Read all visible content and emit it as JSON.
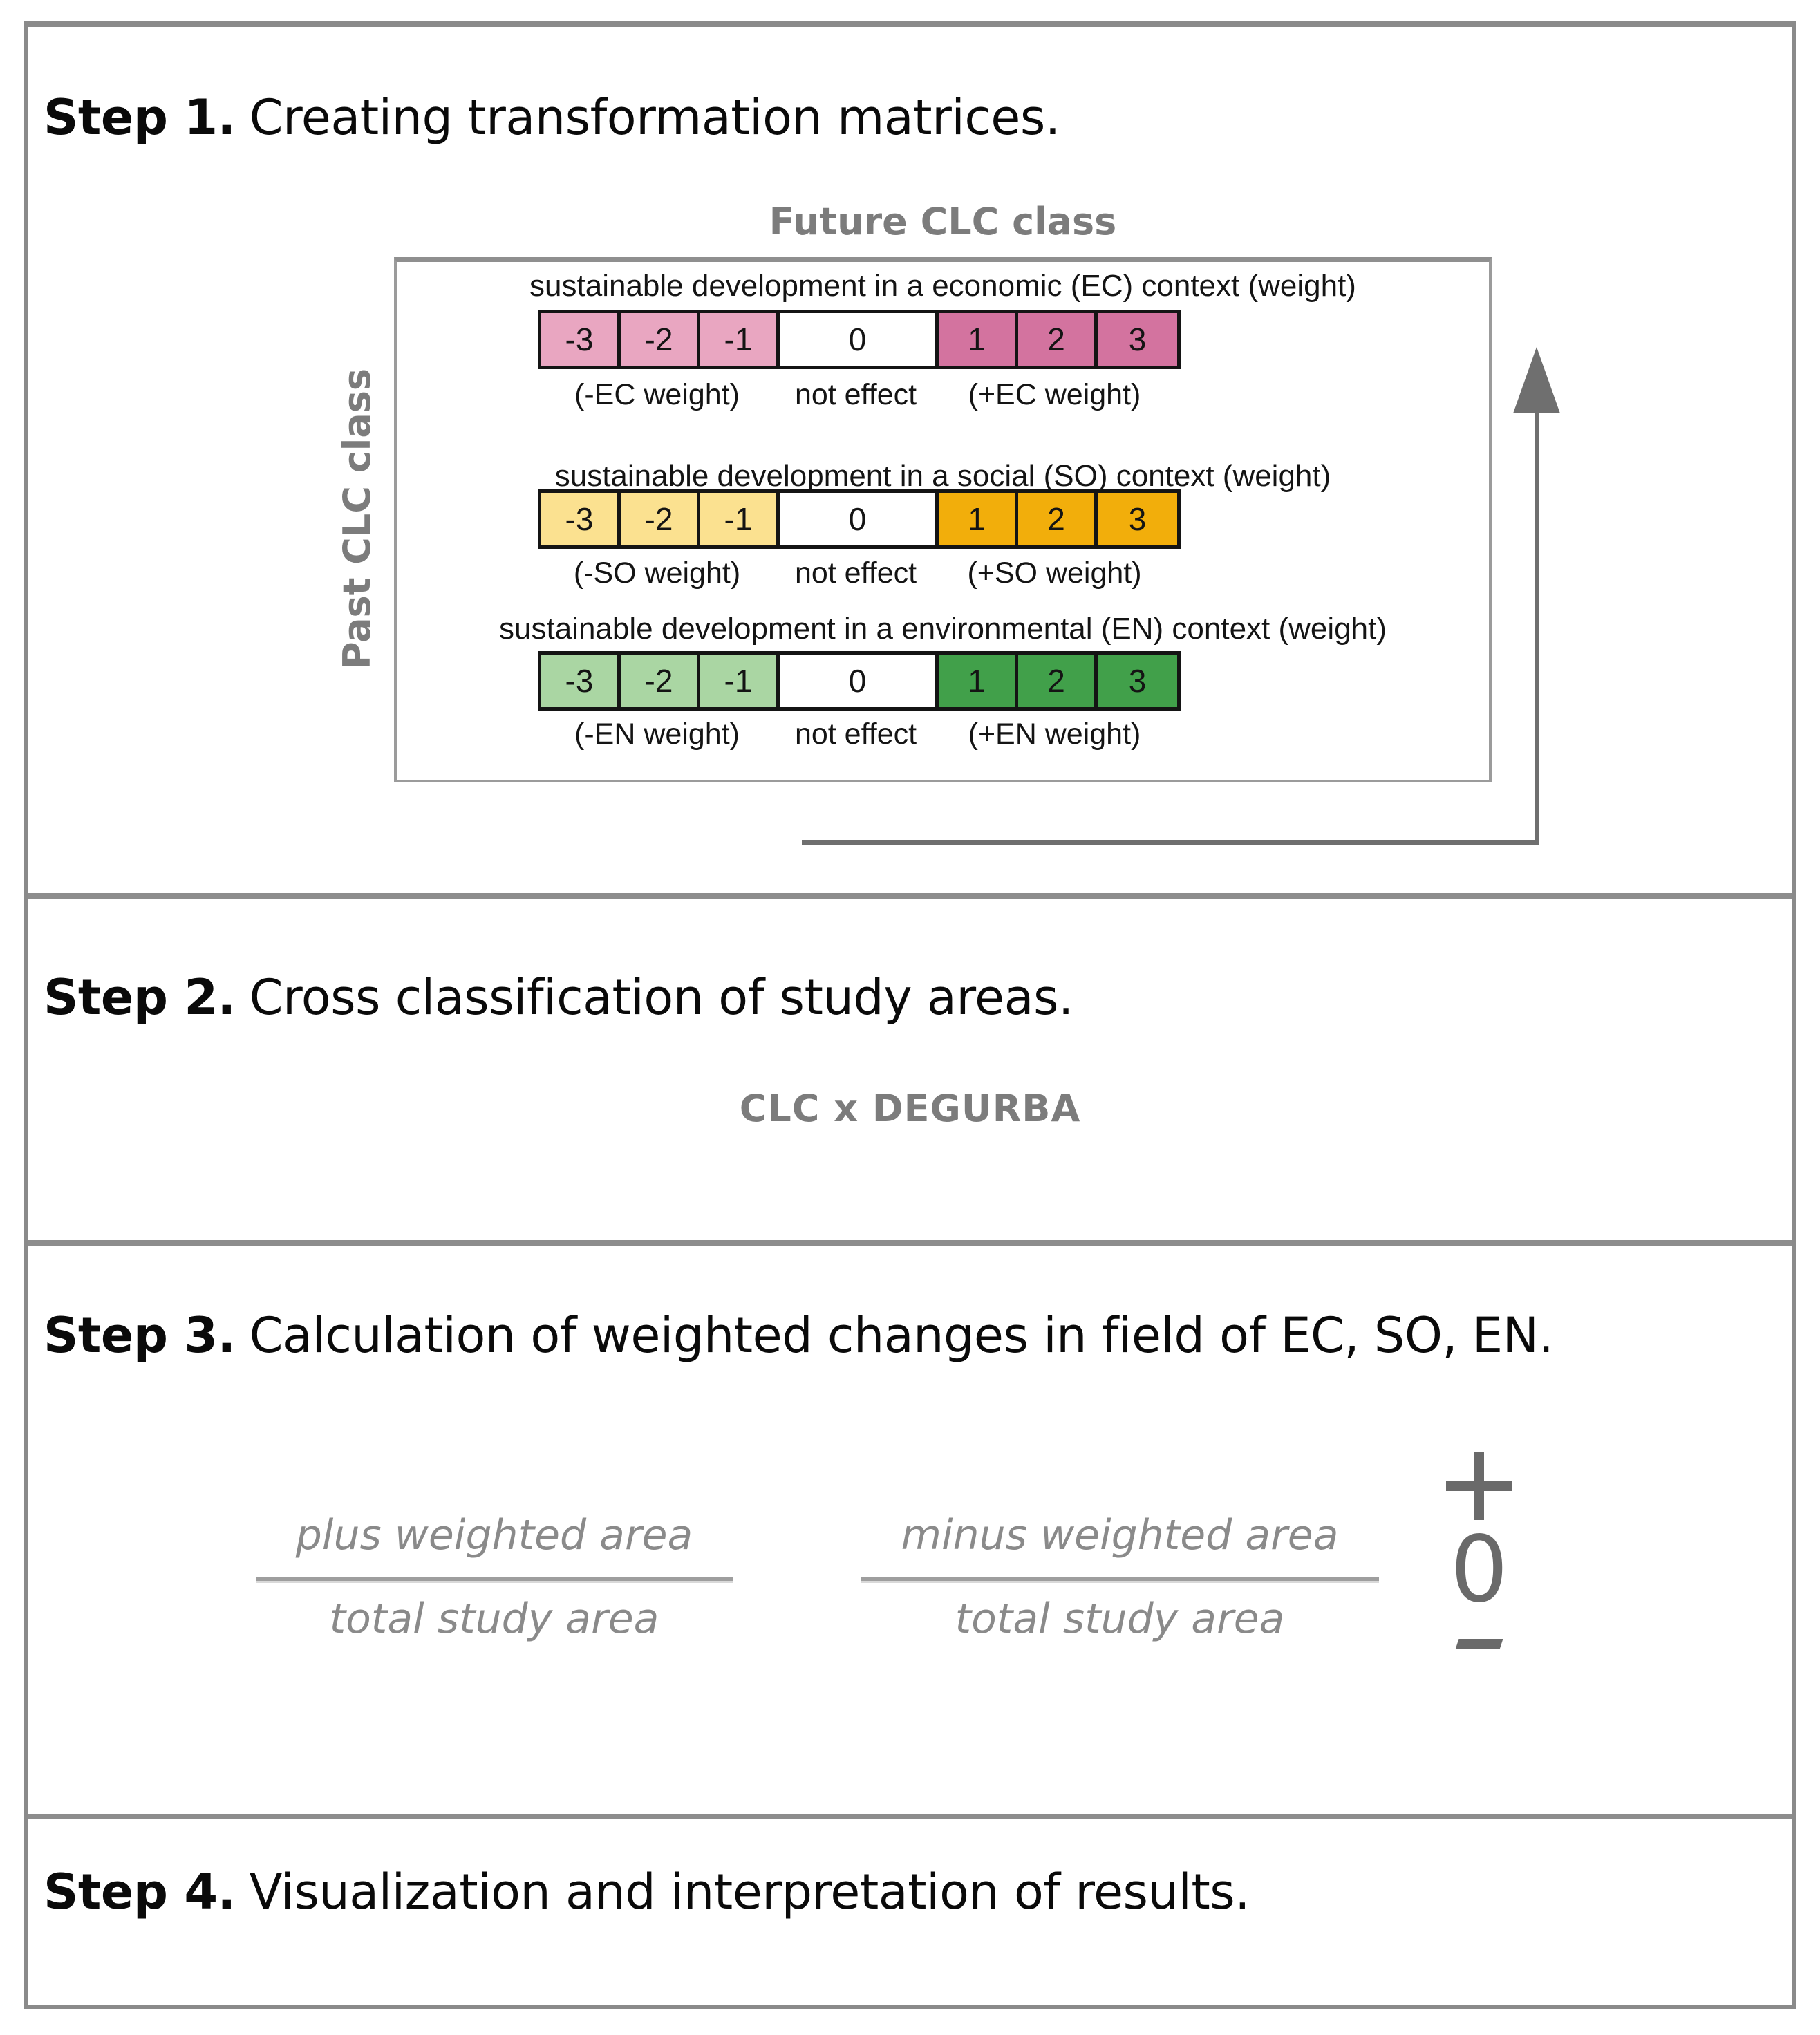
{
  "steps": [
    {
      "label": "Step 1.",
      "text": "Creating transformation matrices."
    },
    {
      "label": "Step 2.",
      "text": "Cross classification of study areas."
    },
    {
      "label": "Step 3.",
      "text": "Calculation of weighted changes in field of EC, SO, EN."
    },
    {
      "label": "Step 4.",
      "text": "Visualization and interpretation of results."
    }
  ],
  "matrix": {
    "future_axis_label": "Future CLC class",
    "past_axis_label": "Past CLC class",
    "rows": [
      {
        "context": "EC",
        "caption": "sustainable development in a economic (EC) context (weight)",
        "cells": [
          "-3",
          "-2",
          "-1",
          "0",
          "1",
          "2",
          "3"
        ],
        "neg_label": "(-EC weight)",
        "zero_label": "not effect",
        "pos_label": "(+EC weight)",
        "neg_color": "#e9a6c1",
        "pos_color": "#d3739f"
      },
      {
        "context": "SO",
        "caption": "sustainable development in a social (SO) context (weight)",
        "cells": [
          "-3",
          "-2",
          "-1",
          "0",
          "1",
          "2",
          "3"
        ],
        "neg_label": "(-SO weight)",
        "zero_label": "not effect",
        "pos_label": "(+SO weight)",
        "neg_color": "#fbe190",
        "pos_color": "#f2ae0b"
      },
      {
        "context": "EN",
        "caption": "sustainable development in a environmental (EN) context (weight)",
        "cells": [
          "-3",
          "-2",
          "-1",
          "0",
          "1",
          "2",
          "3"
        ],
        "neg_label": "(-EN weight)",
        "zero_label": "not effect",
        "pos_label": "(+EN weight)",
        "neg_color": "#aad6a3",
        "pos_color": "#41a04a"
      }
    ]
  },
  "step2": {
    "formula": "CLC x DEGURBA"
  },
  "step3": {
    "fractions": [
      {
        "numerator": "plus weighted area",
        "denominator": "total study area"
      },
      {
        "numerator": "minus weighted area",
        "denominator": "total study area"
      }
    ],
    "scale_signs": {
      "plus": "+",
      "zero": "0",
      "minus": "−"
    }
  },
  "colors": {
    "border_gray": "#8a8a8a",
    "axis_label_gray": "#7c7c7c",
    "arrow_gray": "#6f6f6f",
    "fraction_gray": "#8a8a8a"
  }
}
